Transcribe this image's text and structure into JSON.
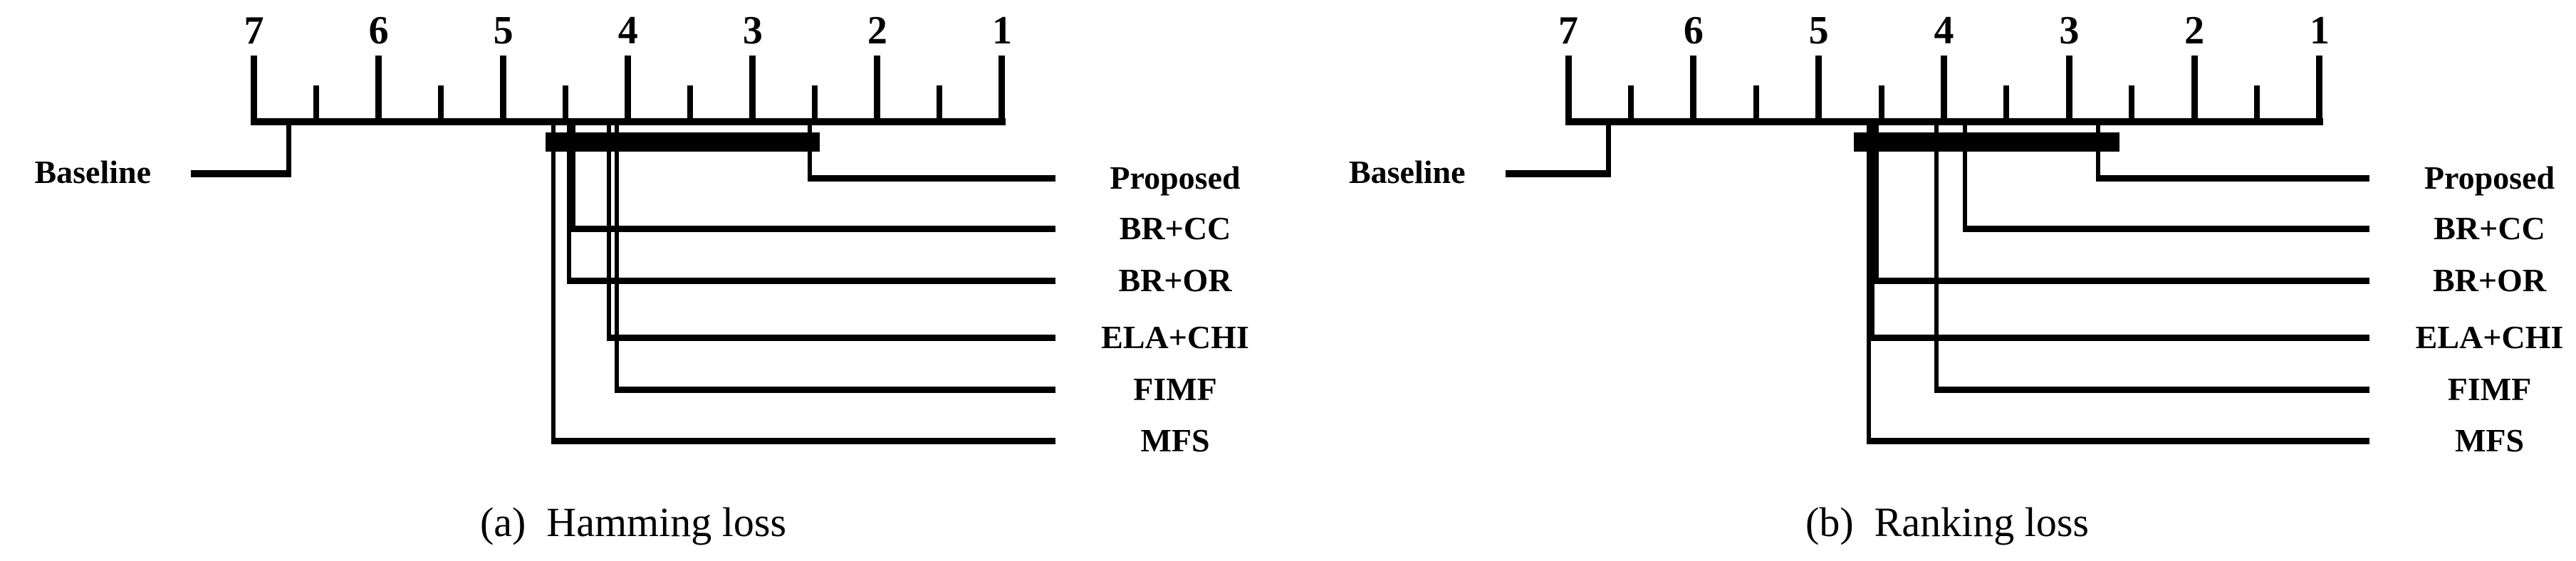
{
  "figure": {
    "description": "Two critical-difference diagrams comparing seven multi-label feature selection algorithms by average rank",
    "ink_color": "#000000",
    "background_color": "#ffffff"
  },
  "chart_data": [
    {
      "type": "critical-difference-diagram",
      "caption": "(a)  Hamming loss",
      "axis": {
        "orientation": "horizontal",
        "min": 1,
        "max": 7,
        "direction": "rank 7 at left, rank 1 at right",
        "major_ticks": [
          7,
          6,
          5,
          4,
          3,
          2,
          1
        ],
        "minor_ticks": [
          6.5,
          5.5,
          4.5,
          3.5,
          2.5,
          1.5
        ]
      },
      "left_labels": [
        {
          "name": "Baseline",
          "rank": 6.72
        }
      ],
      "right_labels": [
        {
          "name": "Proposed",
          "rank": 2.54
        },
        {
          "name": "BR+CC",
          "rank": 4.44
        },
        {
          "name": "BR+OR",
          "rank": 4.47
        },
        {
          "name": "ELA+CHI",
          "rank": 4.15
        },
        {
          "name": "FIMF",
          "rank": 4.09
        },
        {
          "name": "MFS",
          "rank": 4.6
        }
      ],
      "cd_bar": {
        "from_rank": 4.66,
        "to_rank": 2.46,
        "meaning": "algorithms spanned are not significantly different"
      }
    },
    {
      "type": "critical-difference-diagram",
      "caption": "(b)  Ranking loss",
      "axis": {
        "orientation": "horizontal",
        "min": 1,
        "max": 7,
        "direction": "rank 7 at left, rank 1 at right",
        "major_ticks": [
          7,
          6,
          5,
          4,
          3,
          2,
          1
        ],
        "minor_ticks": [
          6.5,
          5.5,
          4.5,
          3.5,
          2.5,
          1.5
        ]
      },
      "left_labels": [
        {
          "name": "Baseline",
          "rank": 6.68
        }
      ],
      "right_labels": [
        {
          "name": "Proposed",
          "rank": 2.77
        },
        {
          "name": "BR+CC",
          "rank": 3.83
        },
        {
          "name": "BR+OR",
          "rank": 4.54
        },
        {
          "name": "ELA+CHI",
          "rank": 4.57
        },
        {
          "name": "FIMF",
          "rank": 4.06
        },
        {
          "name": "MFS",
          "rank": 4.6
        }
      ],
      "cd_bar": {
        "from_rank": 4.72,
        "to_rank": 2.6,
        "meaning": "algorithms spanned are not significantly different"
      }
    }
  ]
}
